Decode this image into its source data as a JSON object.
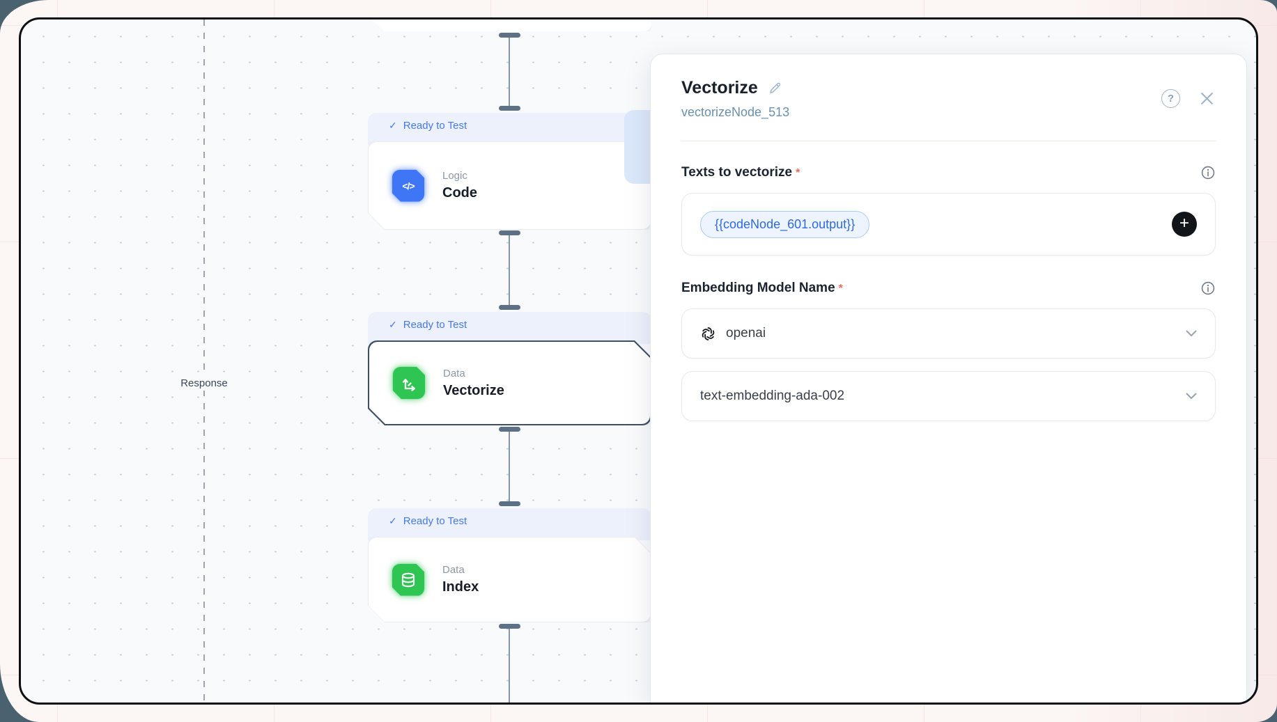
{
  "canvas": {
    "response_label": "Response",
    "nodes": [
      {
        "status": "Ready to Test",
        "category": "Logic",
        "name": "Code"
      },
      {
        "status": "Ready to Test",
        "category": "Data",
        "name": "Vectorize"
      },
      {
        "status": "Ready to Test",
        "category": "Data",
        "name": "Index"
      }
    ]
  },
  "panel": {
    "title": "Vectorize",
    "node_id": "vectorizeNode_513",
    "required_marker": "*",
    "texts_field": {
      "label": "Texts to vectorize",
      "token": "{{codeNode_601.output}}",
      "add_button": "+"
    },
    "embedding_field": {
      "label": "Embedding Model Name",
      "provider": "openai",
      "model": "text-embedding-ada-002"
    }
  },
  "icons": {
    "help": "?",
    "check": "✓",
    "code_glyph": "</>"
  },
  "colors": {
    "accent_blue": "#3b82f6",
    "node_blue": "#3f76f5",
    "node_green": "#2fc553",
    "status_text": "#4479ee",
    "token_text": "#2f6ae0",
    "teal_backdrop": "#4a6270"
  }
}
